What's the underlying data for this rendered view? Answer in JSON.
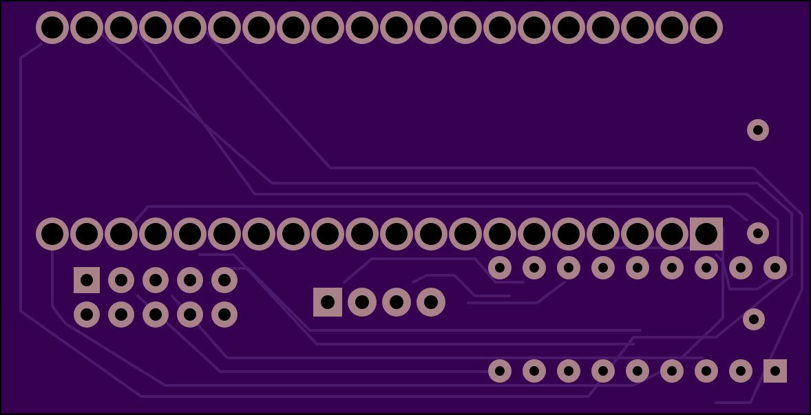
{
  "board": {
    "substrate_color": "#350050",
    "trace_color": "#4b1a6d",
    "pad_color": "#a88288",
    "drill_color": "#000000",
    "outline_color": "#000000"
  },
  "components": [
    {
      "id": "header-top-20pin",
      "pins": 20,
      "square_pin1": false
    },
    {
      "id": "header-mid-20pin",
      "pins": 20,
      "square_pin1": true
    },
    {
      "id": "connector-2x5",
      "pins": 10,
      "square_pin1": true
    },
    {
      "id": "connector-1x4",
      "pins": 4,
      "square_pin1": true
    },
    {
      "id": "ic-row-top-9pin",
      "pins": 9,
      "square_pin1": false
    },
    {
      "id": "ic-row-bottom-9pin",
      "pins": 9,
      "square_pin1": true
    },
    {
      "id": "single-vias",
      "pins": 3,
      "square_pin1": false
    }
  ]
}
